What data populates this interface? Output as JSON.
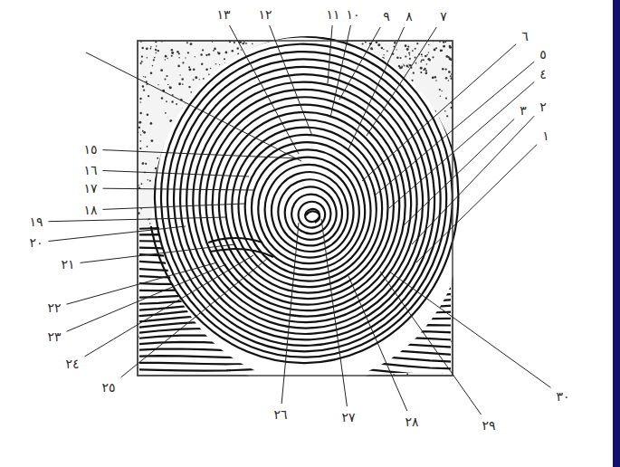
{
  "diagram": {
    "labels": [
      "١",
      "٢",
      "٣",
      "٤",
      "٥",
      "٦",
      "٧",
      "٨",
      "٩",
      "١٠",
      "١١",
      "١٢",
      "١٣",
      "١٥",
      "١٦",
      "١٧",
      "١٨",
      "١٩",
      "٢٠",
      "٢١",
      "٢٢",
      "٢٣",
      "٢٤",
      "٢٥",
      "٢٦",
      "٢٧",
      "٢٨",
      "٢٩",
      "٣٠"
    ]
  }
}
